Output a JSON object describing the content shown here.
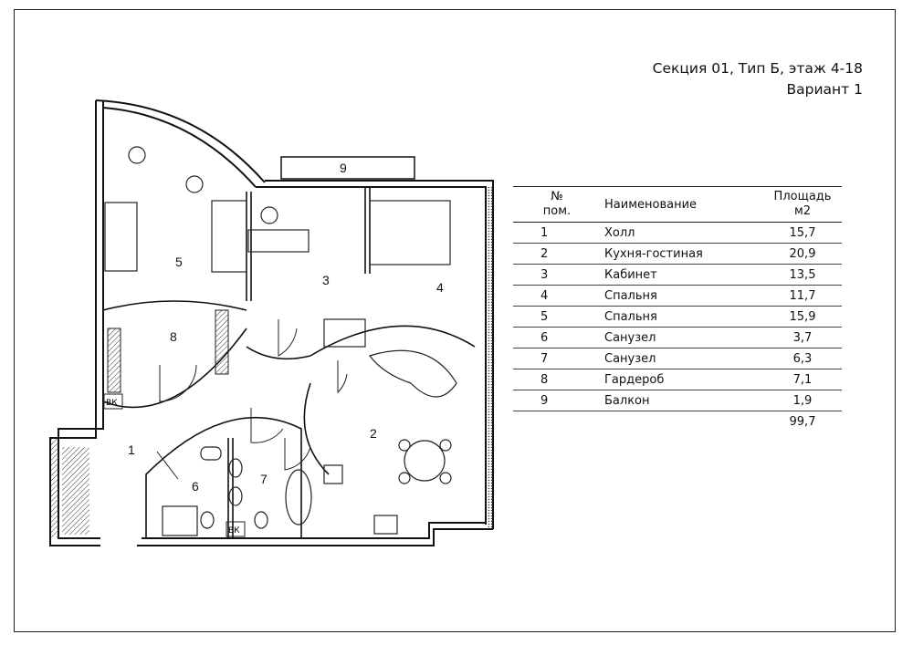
{
  "header": {
    "line1": "Секция 01, Тип Б,  этаж 4-18",
    "line2": "Вариант 1"
  },
  "table": {
    "col_num": "№",
    "col_num_sub": "пом.",
    "col_name": "Наименование",
    "col_area": "Площадь",
    "col_area_unit": "м2",
    "rows": [
      {
        "num": "1",
        "name": "Холл",
        "area": "15,7"
      },
      {
        "num": "2",
        "name": "Кухня-гостиная",
        "area": "20,9"
      },
      {
        "num": "3",
        "name": "Кабинет",
        "area": "13,5"
      },
      {
        "num": "4",
        "name": "Спальня",
        "area": "11,7"
      },
      {
        "num": "5",
        "name": "Спальня",
        "area": "15,9"
      },
      {
        "num": "6",
        "name": "Санузел",
        "area": "3,7"
      },
      {
        "num": "7",
        "name": "Санузел",
        "area": "6,3"
      },
      {
        "num": "8",
        "name": "Гардероб",
        "area": "7,1"
      },
      {
        "num": "9",
        "name": "Балкон",
        "area": "1,9"
      }
    ],
    "total": "99,7"
  },
  "plan": {
    "room_labels": [
      "1",
      "2",
      "3",
      "4",
      "5",
      "6",
      "7",
      "8",
      "9"
    ],
    "shaft_label_1": "ВК",
    "shaft_label_2": "ВК"
  }
}
